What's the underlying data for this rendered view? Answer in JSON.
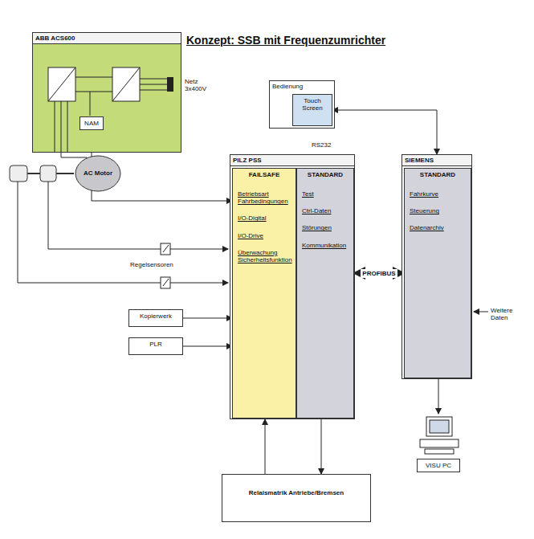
{
  "diagram": {
    "title": "Konzept: SSB mit Frequenzumrichter",
    "nodes": [
      {
        "text": [
          "ABB ACS600"
        ]
      },
      {
        "text": [
          "NAM"
        ],
        "in": 0
      },
      {
        "text": [
          "AC Motor"
        ]
      },
      {
        "text": [
          "Bedienung"
        ]
      },
      {
        "text": [
          "Touch Screen"
        ],
        "in": 3
      },
      {
        "text": [
          "PILZ PSS"
        ]
      },
      {
        "text": [
          "FAILSAFE",
          "Betriebsart Fahrbedingungen",
          "I/O-Digital",
          "I/O-Drive",
          "Überwachung Sicherheitsfunktion"
        ],
        "in": 5
      },
      {
        "text": [
          "STANDARD",
          "Test",
          "Ctrl-Daten",
          "Störungen",
          "Kommunikation"
        ],
        "in": 5
      },
      {
        "text": [
          "SIEMENS"
        ]
      },
      {
        "text": [
          "STANDARD",
          "Fahrkurve",
          "Steuerung",
          "Datenarchiv"
        ],
        "in": 8
      },
      {
        "text": [
          "Kopierwerk"
        ]
      },
      {
        "text": [
          "PLR"
        ]
      },
      {
        "text": [
          "Relaismatrik Antriebe/Bremsen"
        ]
      },
      {
        "text": [
          "VISU PC"
        ]
      }
    ],
    "edges": [
      {
        "from": 1,
        "to": 6,
        "arrow": "to"
      },
      {
        "from": 4,
        "to": 8,
        "arrow": "both"
      },
      {
        "from": 7,
        "to": 9,
        "arrow": "both",
        "label": "PROFIBUS"
      },
      {
        "from": 10,
        "to": 6,
        "arrow": "to"
      },
      {
        "from": 11,
        "to": 6,
        "arrow": "to"
      },
      {
        "from": 12,
        "to": 5,
        "arrow": "to"
      },
      {
        "from": 5,
        "to": 12,
        "arrow": "to"
      },
      {
        "from": 8,
        "to": 13,
        "arrow": "to"
      },
      {
        "from": 0,
        "to": 2,
        "arrow": "none"
      }
    ],
    "labels": [
      "Netz 3x400V",
      "Regelsensoren",
      "RS232",
      "Weitere Daten"
    ]
  }
}
